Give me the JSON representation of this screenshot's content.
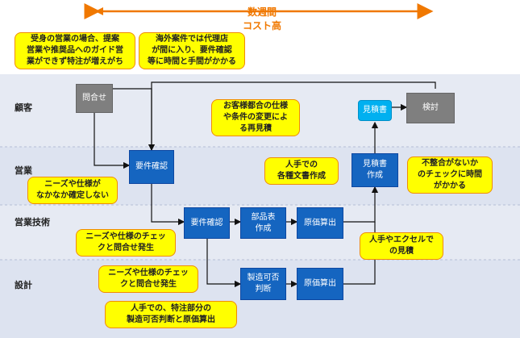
{
  "header": {
    "line1": "数週間",
    "line2": "コスト高",
    "color": "#f07800"
  },
  "lanes": [
    {
      "label": "顧客"
    },
    {
      "label": "営業"
    },
    {
      "label": "営業技術"
    },
    {
      "label": "設計"
    }
  ],
  "boxes": {
    "inquiry": "問合せ",
    "review": "検討",
    "estimate_small": "見積書",
    "req_sales": "要件確認",
    "estimate_make_1": "見積書",
    "estimate_make_2": "作成",
    "req_tech": "要件確認",
    "bom_1": "部品表",
    "bom_2": "作成",
    "cost_tech": "原価算出",
    "mfg_1": "製造可否",
    "mfg_2": "判断",
    "cost_design": "原価算出"
  },
  "notes": {
    "n1": [
      "受身の営業の場合、提案",
      "営業や推奨品へのガイド営",
      "業ができず特注が増えがち"
    ],
    "n2": [
      "海外案件では代理店",
      "が間に入り、要件確認",
      "等に時間と手間がかかる"
    ],
    "n3": [
      "お客様都合の仕様",
      "や条件の変更によ",
      "る再見積"
    ],
    "n4": [
      "人手での",
      "各種文書作成"
    ],
    "n5": [
      "不整合がないか",
      "のチェックに時間",
      "がかかる"
    ],
    "n6": [
      "ニーズや仕様が",
      "なかなか確定しない"
    ],
    "n7": [
      "ニーズや仕様のチェッ",
      "クと問合せ発生"
    ],
    "n8": [
      "人手やエクセルで",
      "の見積"
    ],
    "n9": [
      "ニーズや仕様のチェッ",
      "クと問合せ発生"
    ],
    "n10": [
      "人手での、特注部分の",
      "製造可否判断と原価算出"
    ]
  },
  "colors": {
    "box_blue": "#1565c0",
    "box_gray": "#7f7f7f",
    "box_lightblue": "#00b0f0",
    "note_fill": "#ffff00",
    "note_border": "#f08c00",
    "lane_fill": "#e8edf6"
  }
}
